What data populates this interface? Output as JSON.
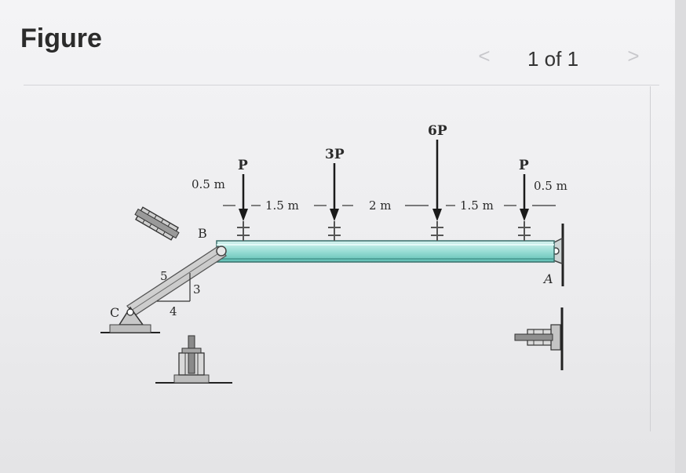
{
  "header": {
    "title": "Figure",
    "pager_prev": "<",
    "pager_text": "1 of 1",
    "pager_next": ">"
  },
  "diagram": {
    "loads": [
      {
        "label": "P"
      },
      {
        "label": "3P"
      },
      {
        "label": "6P"
      },
      {
        "label": "P"
      }
    ],
    "dimensions": [
      {
        "label": "0.5 m"
      },
      {
        "label": "1.5 m"
      },
      {
        "label": "2 m"
      },
      {
        "label": "1.5 m"
      },
      {
        "label": "0.5 m"
      }
    ],
    "points": {
      "b": "B",
      "a": "A",
      "c": "C"
    },
    "slope": {
      "hyp": "5",
      "rise": "3",
      "run": "4"
    }
  }
}
